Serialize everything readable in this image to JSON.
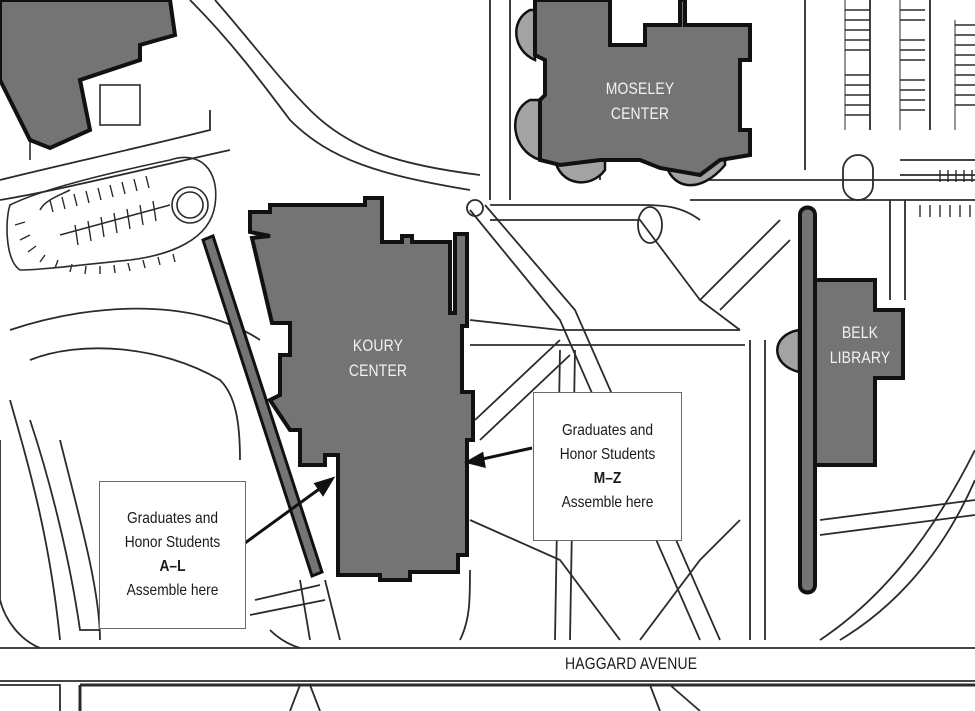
{
  "map": {
    "colors": {
      "building_fill": "#747474",
      "building_outline": "#111111",
      "annex_fill": "#a3a3a3",
      "path_line": "#2b2b2b",
      "background": "#ffffff",
      "label_text": "#f2f2f2"
    },
    "buildings": [
      {
        "id": "moseley",
        "line1": "MOSELEY",
        "line2": "CENTER"
      },
      {
        "id": "koury",
        "line1": "KOURY",
        "line2": "CENTER"
      },
      {
        "id": "belk",
        "line1": "BELK",
        "line2": "LIBRARY"
      }
    ],
    "callouts": [
      {
        "id": "a-l",
        "line1": "Graduates and",
        "line2": "Honor Students",
        "range": "A–L",
        "line4": "Assemble here"
      },
      {
        "id": "m-z",
        "line1": "Graduates and",
        "line2": "Honor Students",
        "range": "M–Z",
        "line4": "Assemble here"
      }
    ],
    "streets": [
      {
        "id": "haggard",
        "label": "HAGGARD AVENUE"
      }
    ]
  }
}
